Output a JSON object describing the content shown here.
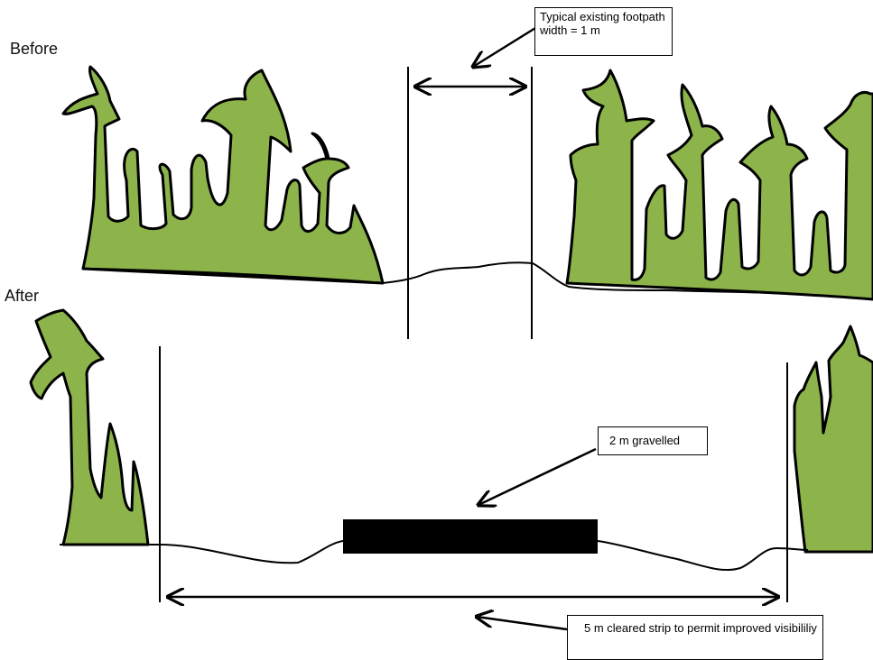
{
  "sections": {
    "before_label": "Before",
    "after_label": "After"
  },
  "callouts": {
    "before_width": "Typical existing footpath width = 1 m",
    "gravel": "2 m gravelled",
    "cleared_strip": "5 m cleared strip to permit improved visibililiy"
  },
  "colors": {
    "vegetation_fill": "#8db44a",
    "outline": "#000000",
    "gravel_fill": "#000000"
  }
}
